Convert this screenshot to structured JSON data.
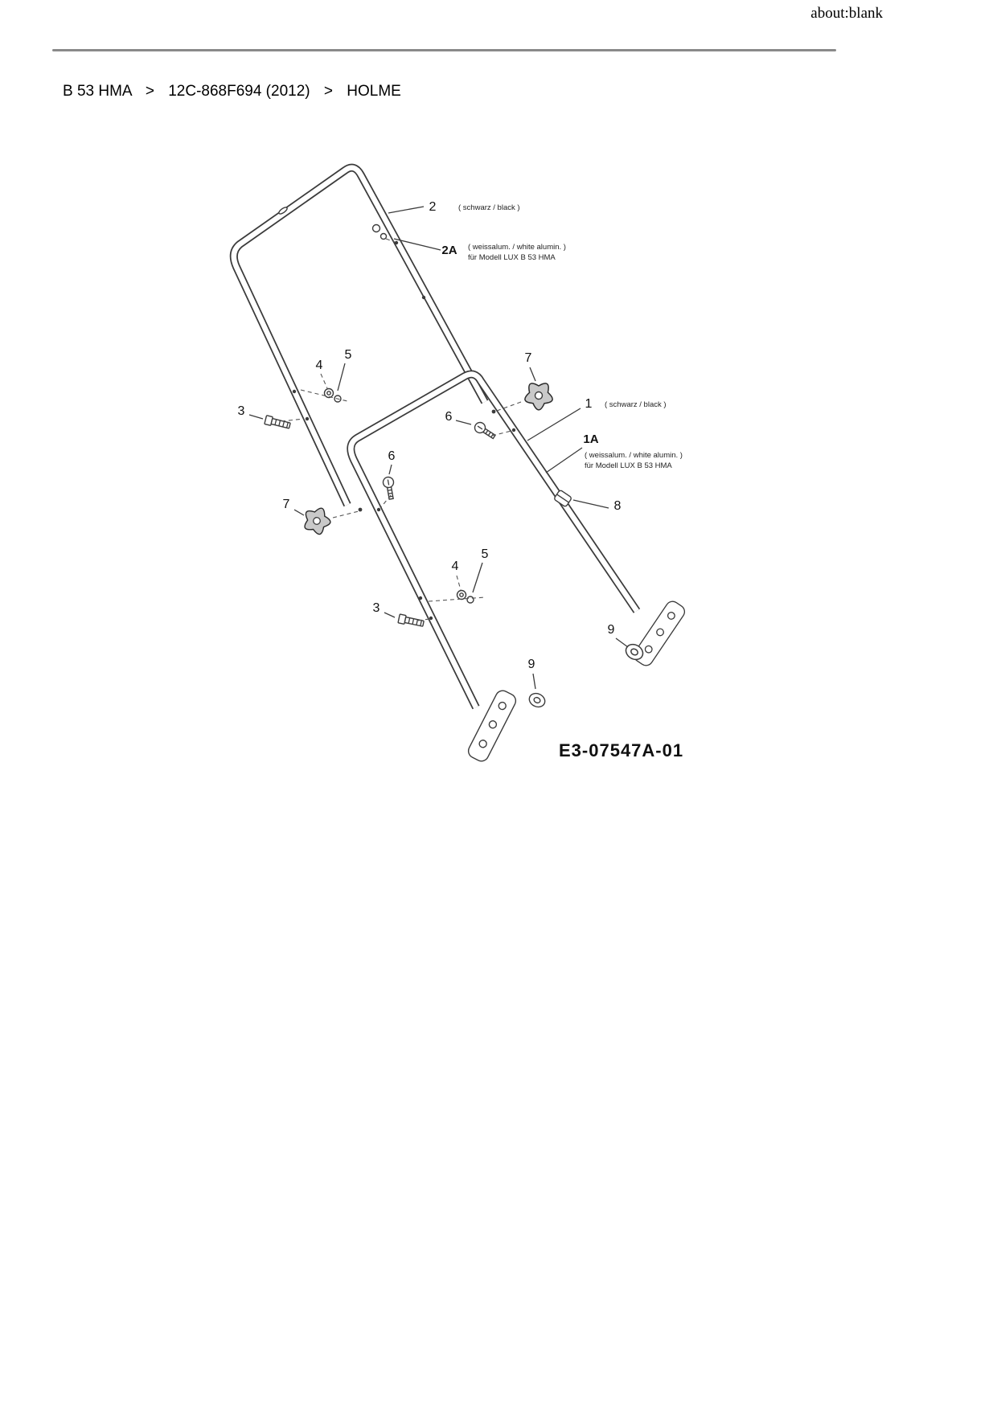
{
  "page": {
    "corner_label": "about:blank"
  },
  "breadcrumb": {
    "model": "B 53 HMA",
    "sep1": ">",
    "article": "12C-868F694 (2012)",
    "sep2": ">",
    "section": "HOLME"
  },
  "diagram": {
    "code": "E3-07547A-01",
    "labels": {
      "n1": "1",
      "n1a": "1A",
      "n2": "2",
      "n2a": "2A",
      "n3": "3",
      "n4": "4",
      "n5": "5",
      "n6": "6",
      "n7": "7",
      "n8": "8",
      "n9": "9"
    },
    "notes": {
      "black": "( schwarz / black )",
      "white1": "( weissalum. / white alumin. )",
      "white2": "für Modell LUX B 53 HMA"
    }
  }
}
